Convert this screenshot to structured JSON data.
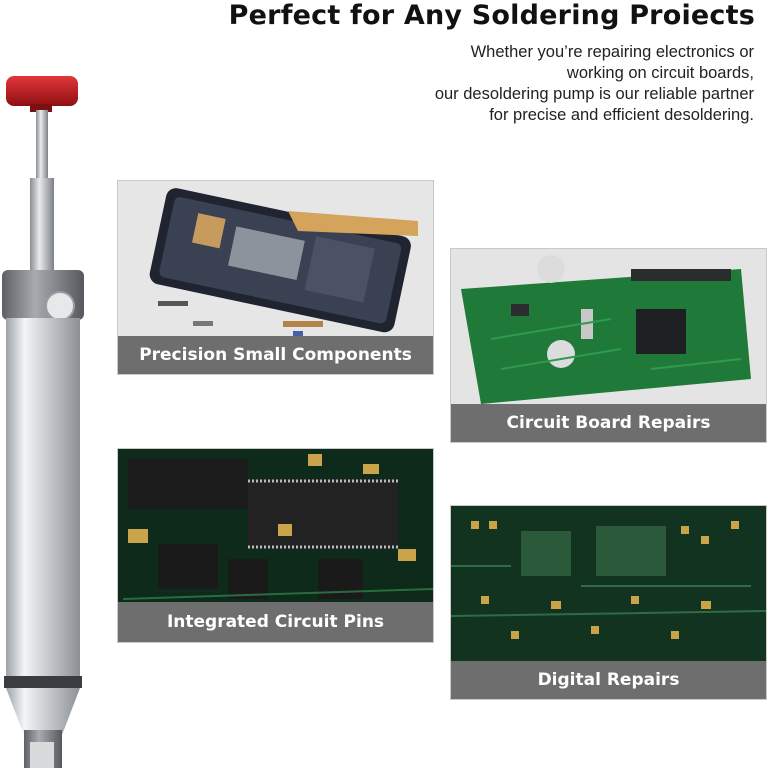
{
  "header": {
    "title": "Perfect for Any Soldering Proiects",
    "description_lines": [
      "Whether you’re repairing electronics or",
      "working on circuit boards,",
      "our desoldering pump is our reliable partner",
      "for precise and efficient desoldering."
    ]
  },
  "product": {
    "icon": "desoldering-pump-icon",
    "plunger_color": "#b2171a",
    "body_color": "#d9dbdd"
  },
  "cards": [
    {
      "caption": "Precision Small Components",
      "icon": "disassembled-phone-icon"
    },
    {
      "caption": "Circuit Board Repairs",
      "icon": "green-circuit-board-icon"
    },
    {
      "caption": "Integrated Circuit Pins",
      "icon": "ic-chips-icon"
    },
    {
      "caption": "Digital Repairs",
      "icon": "pcb-closeup-icon"
    }
  ],
  "colors": {
    "caption_bg": "#6e6e6e",
    "caption_text": "#ffffff",
    "pcb_green": "#1f7a3a"
  }
}
